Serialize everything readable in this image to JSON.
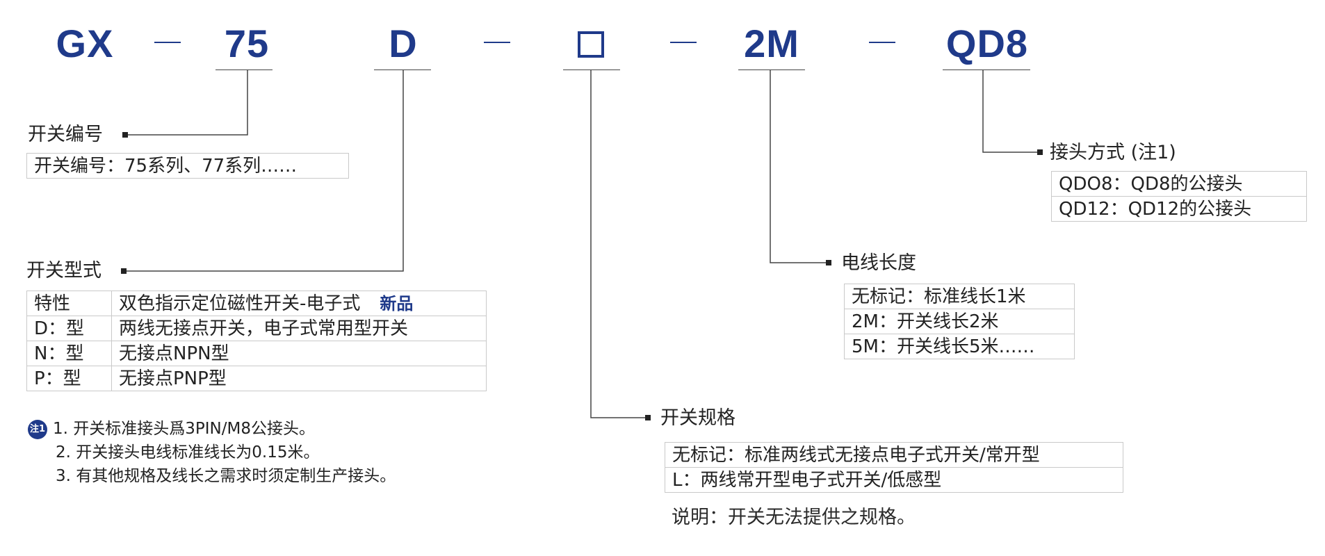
{
  "code": {
    "gx": "GX",
    "p75": "75",
    "d": "D",
    "p2m": "2M",
    "qd8": "QD8"
  },
  "switch_number": {
    "label": "开关编号",
    "rows": [
      "开关编号：75系列、77系列……"
    ]
  },
  "switch_type": {
    "label": "开关型式",
    "rows": [
      [
        "特性",
        "双色指示定位磁性开关-电子式",
        "新品"
      ],
      [
        "D：型",
        "两线无接点开关，电子式常用型开关",
        ""
      ],
      [
        "N：型",
        "无接点NPN型",
        ""
      ],
      [
        "P：型",
        "无接点PNP型",
        ""
      ]
    ]
  },
  "connector": {
    "label": "接头方式 (注1)",
    "rows": [
      "QDO8：QD8的公接头",
      "QD12：QD12的公接头"
    ]
  },
  "wire_length": {
    "label": "电线长度",
    "rows": [
      "无标记：标准线长1米",
      "2M：开关线长2米",
      "5M：开关线长5米……"
    ]
  },
  "switch_spec": {
    "label": "开关规格",
    "rows": [
      "无标记：标准两线式无接点电子式开关/常开型",
      "L：两线常开型电子式开关/低感型"
    ],
    "remark": "说明：开关无法提供之规格。"
  },
  "notes": {
    "icon": "注1",
    "lines": [
      "1. 开关标准接头爲3PIN/M8公接头。",
      "2. 开关接头电线标准线长为0.15米。",
      "3. 有其他规格及线长之需求时须定制生产接头。"
    ]
  },
  "colors": {
    "accent": "#1f3a8a",
    "line": "#444444",
    "border": "#c9c9c9"
  }
}
